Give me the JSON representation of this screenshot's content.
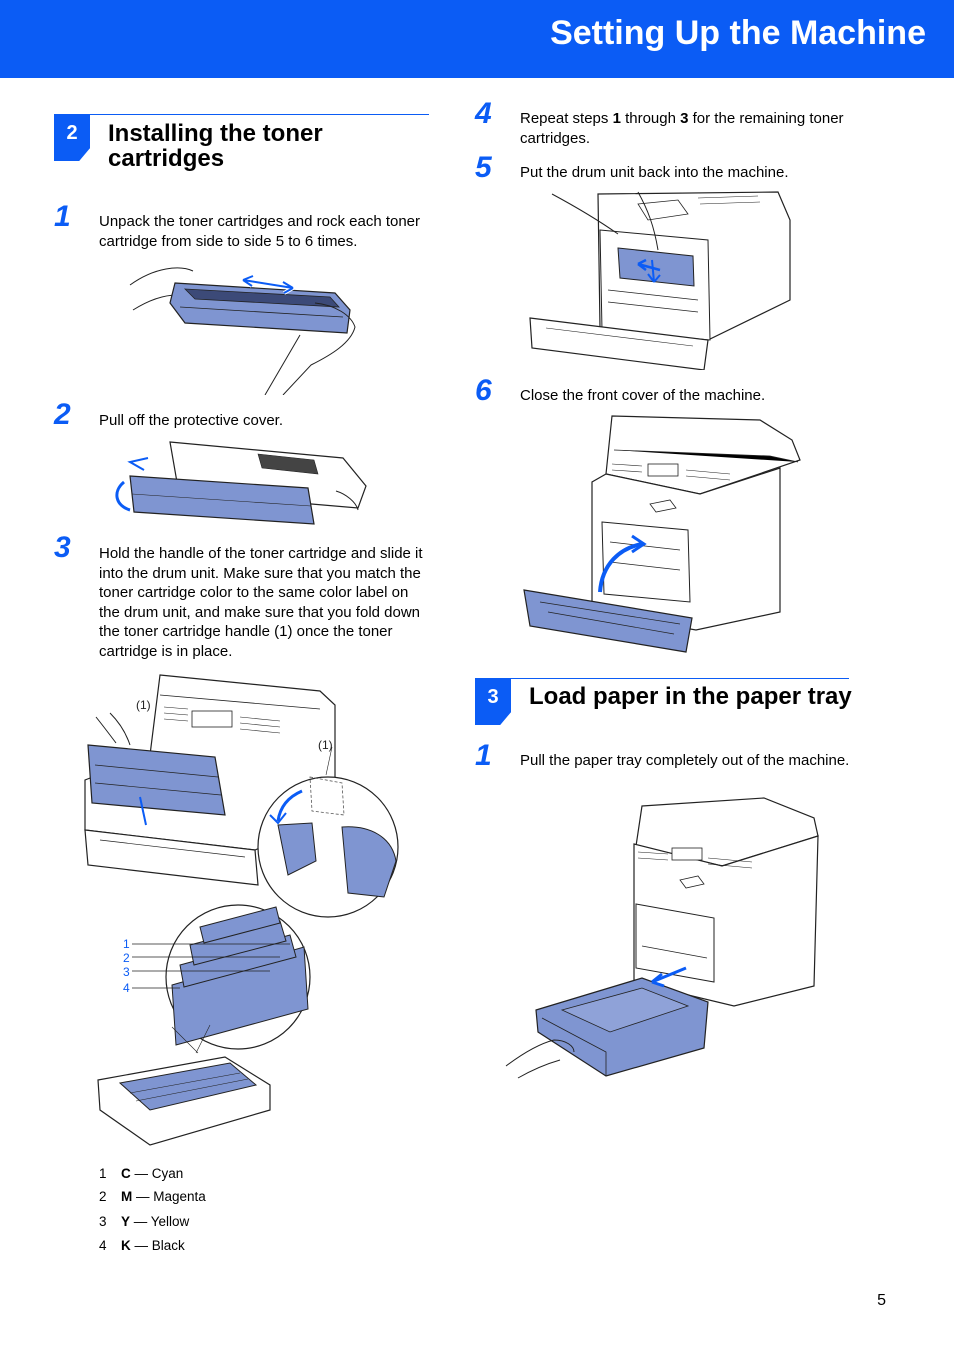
{
  "header": {
    "title": "Setting Up the Machine"
  },
  "section2": {
    "number": "2",
    "title_line1": "Installing the toner",
    "title_line2": "cartridges",
    "steps": [
      {
        "num": "1",
        "text": "Unpack the toner cartridges and rock each toner cartridge from side to side 5 to 6 times."
      },
      {
        "num": "2",
        "text": "Pull off the protective cover."
      },
      {
        "num": "3",
        "text": "Hold the handle of the toner cartridge and slide it into the drum unit. Make sure that you match the toner cartridge color to the same color label on the drum unit, and make sure that you fold down the toner cartridge handle (1) once the toner cartridge is in place."
      }
    ],
    "figure3": {
      "callout_a": "(1)",
      "callout_b": "(1)",
      "slot_labels": [
        "1",
        "2",
        "3",
        "4"
      ]
    },
    "legend": [
      {
        "num": "1",
        "code": "C",
        "name": " — Cyan"
      },
      {
        "num": "2",
        "code": "M",
        "name": " — Magenta"
      },
      {
        "num": "3",
        "code": "Y",
        "name": " — Yellow"
      },
      {
        "num": "4",
        "code": "K",
        "name": " — Black"
      }
    ]
  },
  "right_steps": {
    "step4": {
      "num": "4",
      "prefix": "Repeat steps ",
      "from": "1",
      "middle": " through ",
      "to": "3",
      "suffix": " for the remaining toner cartridges."
    },
    "step5": {
      "num": "5",
      "text": "Put the drum unit back into the machine."
    },
    "step6": {
      "num": "6",
      "text": "Close the front cover of the machine."
    }
  },
  "section3": {
    "number": "3",
    "title": "Load paper in the paper tray",
    "steps": [
      {
        "num": "1",
        "text": "Pull the paper tray completely out of the machine."
      }
    ]
  },
  "colors": {
    "brand_blue": "#0b5cf5",
    "toner_blue": "#7f95d1",
    "line": "#222222"
  },
  "footer": {
    "page_number": "5"
  }
}
